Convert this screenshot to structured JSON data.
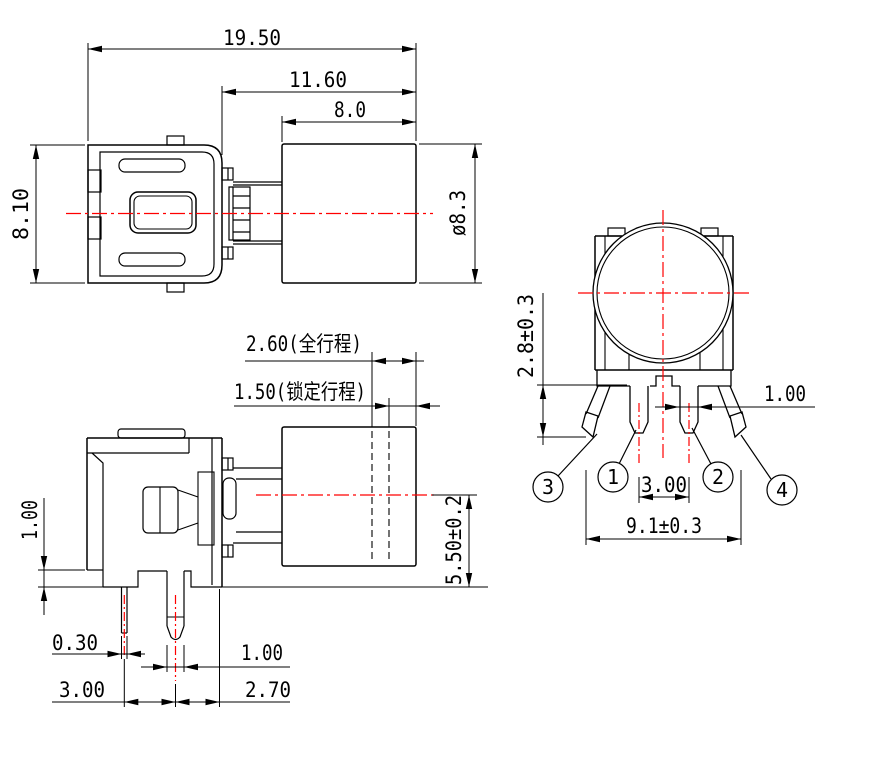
{
  "drawing": {
    "type": "technical-dimension-drawing",
    "component": "push-button switch, 3 views",
    "colors": {
      "line": "#000000",
      "centerline": "#ff0000",
      "background": "#ffffff"
    },
    "views": {
      "side": {
        "dims": {
          "overall": "19.50",
          "to_cap": "11.60",
          "cap_len": "8.0",
          "body_h": "8.10",
          "cap_dia": "ø8.3"
        }
      },
      "travel": {
        "dims": {
          "full": "2.60(全行程)",
          "lock": "1.50(锁定行程)",
          "standoff": "1.00",
          "center_h": "5.50±0.2",
          "pin_thin": "0.30",
          "pin_wide": "1.00",
          "pitch": "3.00",
          "edge": "2.70"
        }
      },
      "front": {
        "dims": {
          "pin_len": "2.8±0.3",
          "pin_w": "1.00",
          "pitch": "3.00",
          "span": "9.1±0.3"
        },
        "pins": [
          "1",
          "2",
          "3",
          "4"
        ]
      }
    }
  }
}
